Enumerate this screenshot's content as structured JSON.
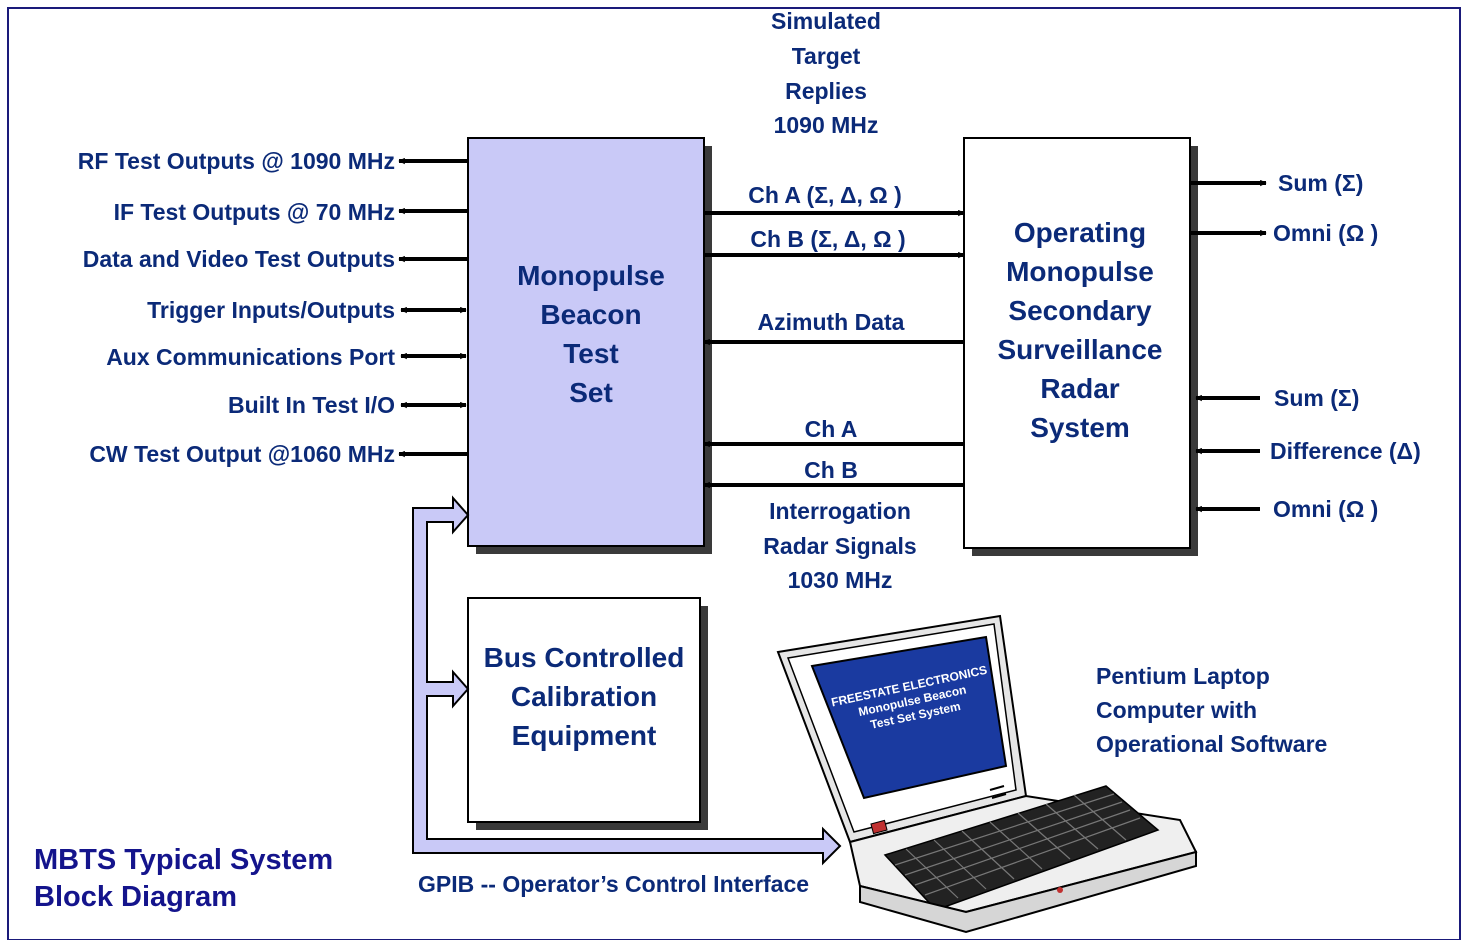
{
  "diagram_title": [
    "MBTS Typical System",
    "Block Diagram"
  ],
  "blocks": {
    "mbts": [
      "Monopulse",
      "Beacon",
      "Test",
      "Set"
    ],
    "radar": [
      "Operating",
      "Monopulse",
      "Secondary",
      "Surveillance",
      "Radar",
      "System"
    ],
    "calibration": [
      "Bus Controlled",
      "Calibration",
      "Equipment"
    ]
  },
  "left_ports": [
    "RF Test Outputs @ 1090 MHz",
    "IF Test Outputs @ 70 MHz",
    "Data and Video Test Outputs",
    "Trigger Inputs/Outputs",
    "Aux Communications Port",
    "Built In Test I/O",
    "CW Test Output @1060 MHz"
  ],
  "simulated_replies": [
    "Simulated",
    "Target",
    "Replies",
    "1090 MHz"
  ],
  "channels": {
    "ch_a_out": "Ch A (Σ, Δ, Ω )",
    "ch_b_out": "Ch B (Σ, Δ, Ω )",
    "azimuth": "Azimuth Data",
    "ch_a_in": "Ch A",
    "ch_b_in": "Ch B"
  },
  "interrogation": [
    "Interrogation",
    "Radar Signals",
    "1030 MHz"
  ],
  "right_outputs": [
    "Sum (Σ)",
    "Omni (Ω )"
  ],
  "right_inputs": [
    "Sum (Σ)",
    "Difference (Δ)",
    "Omni (Ω )"
  ],
  "laptop_screen": [
    "FREESTATE ELECTRONICS",
    "Monopulse Beacon",
    "Test Set System"
  ],
  "laptop_label": [
    "Pentium Laptop",
    "Computer with",
    "Operational Software"
  ],
  "gpib_label": "GPIB -- Operator’s Control Interface",
  "colors": {
    "block_fill": "#c9c9f7",
    "text": "#0b2a78",
    "title": "#14148c",
    "frame": "#1a1a7a",
    "laptop_screen": "#1a3aa0"
  }
}
